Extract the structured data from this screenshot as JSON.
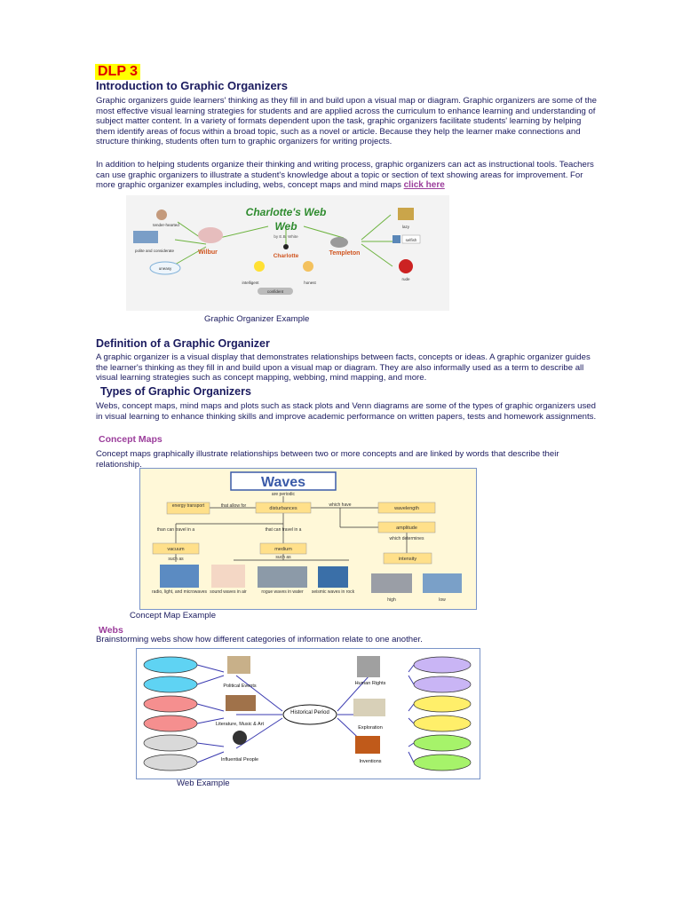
{
  "badge": "DLP 3",
  "intro": {
    "title": "Introduction to Graphic Organizers",
    "p1": "Graphic organizers guide learners' thinking as they fill in and build upon a visual map or diagram. Graphic organizers are some of the most effective visual learning strategies for students and are applied across the curriculum to enhance learning and understanding of subject matter content. In a variety of formats dependent upon the task, graphic organizers facilitate students' learning by helping them identify areas of focus within a broad topic, such as a novel or article. Because they help the learner make connections and structure thinking, students often turn to graphic organizers for writing projects.",
    "p2": "In addition to helping students organize their thinking and writing process, graphic organizers can act as instructional tools. Teachers can use graphic organizers to illustrate a student's knowledge about a topic or section of text showing areas for improvement. For more graphic organizer examples including, webs, concept maps and mind maps",
    "link": "click here"
  },
  "fig1": {
    "title": "Charlotte's Web",
    "byline": "by E.B. White",
    "wilbur": "Wilbur",
    "charlotte": "Charlotte",
    "templeton": "Templeton",
    "tender": "tender-hearted",
    "polite": "polite and considerate",
    "uneasy": "uneasy",
    "intelligent": "intelligent",
    "honest": "honest",
    "confident": "confident",
    "lazy": "lazy",
    "selfish": "selfish",
    "rude": "rude",
    "caption": "Graphic Organizer Example"
  },
  "definition": {
    "title": "Definition of a Graphic Organizer",
    "p": "A graphic organizer is a visual display that demonstrates relationships between facts, concepts or ideas. A graphic organizer guides the learner's thinking as they fill in and build upon a visual map or diagram. They are also informally used as a term to describe all visual learning strategies such as concept mapping, webbing, mind mapping, and more."
  },
  "types": {
    "title": "Types of Graphic Organizers",
    "p": "Webs, concept maps, mind maps and plots such as stack plots and Venn diagrams are some of the types of graphic organizers used in visual learning to enhance thinking skills and improve academic performance on written papers, tests and homework assignments."
  },
  "concept": {
    "link": "Concept Maps",
    "p": "Concept maps graphically illustrate relationships between two or more concepts and are linked by words that describe their relationship.",
    "title": "Waves",
    "are_periodic": "are periodic",
    "energy": "energy transport",
    "allow": "that allow for",
    "disturbances": "disturbances",
    "which_have": "which have",
    "wavelength": "wavelength",
    "amplitude": "amplitude",
    "which_determines": "which determines",
    "intensity": "intensity",
    "than_can": "than can travel in a",
    "that_can": "that can travel in a",
    "vacuum": "vacuum",
    "medium": "medium",
    "such_as1": "such as",
    "such_as2": "such as",
    "radio": "radio, light, and microwaves",
    "sound": "sound waves in air",
    "rogue": "rogue waves in water",
    "seismic": "seismic waves in rock",
    "high": "high",
    "low": "low",
    "caption": "Concept Map Example"
  },
  "webs": {
    "link": "Webs",
    "p": "Brainstorming webs show how different categories of information relate to one another.",
    "center": "Historical Period",
    "political": "Political Events",
    "literature": "Literature, Music & Art",
    "influential": "Influential People",
    "human": "Human Rights",
    "exploration": "Exploration",
    "inventions": "Inventions",
    "caption": "Web Example"
  },
  "colors": {
    "heading": "#1a1a5e",
    "badge_bg": "#ffff00",
    "badge_text": "#e00000",
    "link": "#9b3d9b",
    "ellipse_blue": "#5fd3f3",
    "ellipse_red": "#f58f8f",
    "ellipse_gray": "#d9d9d9",
    "ellipse_purple": "#c9b5f5",
    "ellipse_yellow": "#ffef6a",
    "ellipse_green": "#a6f36a",
    "concept_box": "#ffe08a",
    "concept_bg": "#fff8d8"
  }
}
